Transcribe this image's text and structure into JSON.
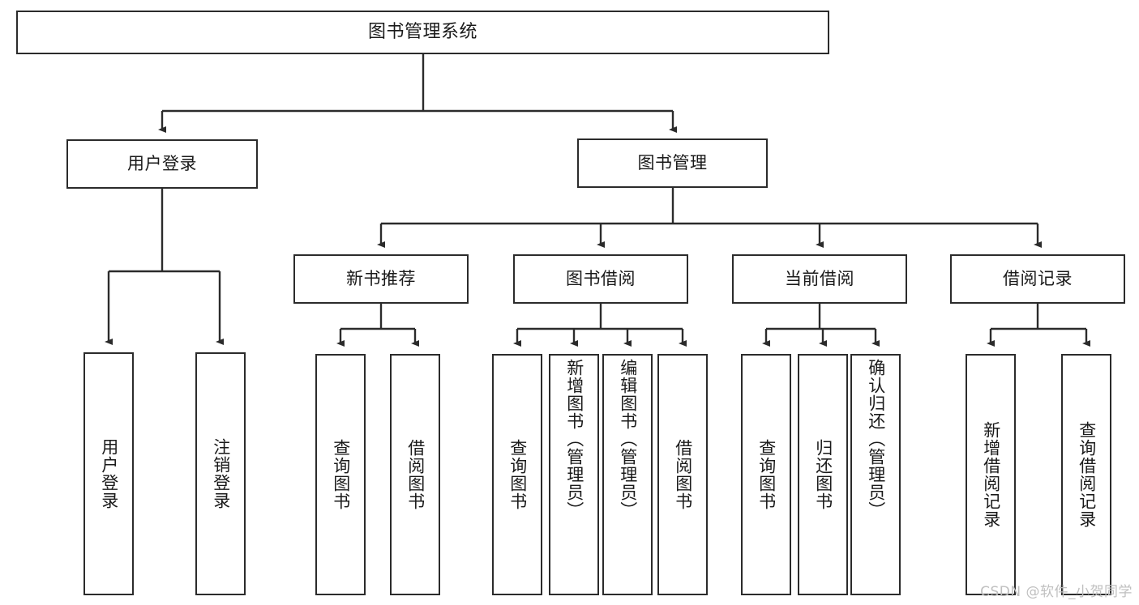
{
  "diagram": {
    "title": "图书管理系统",
    "type": "tree",
    "watermark": "CSDN @软件_小贺同学",
    "colors": {
      "background": "#ffffff",
      "node_border": "#2b2b2b",
      "node_fill": "#ffffff",
      "edge": "#2b2b2b",
      "text": "#1a1a1a",
      "watermark": "#bfbfbf"
    },
    "nodes": {
      "root": {
        "label": "图书管理系统"
      },
      "level2": [
        {
          "label": "用户登录"
        },
        {
          "label": "图书管理"
        }
      ],
      "level3": [
        {
          "label": "新书推荐"
        },
        {
          "label": "图书借阅"
        },
        {
          "label": "当前借阅"
        },
        {
          "label": "借阅记录"
        }
      ],
      "leaves": {
        "user_login": [
          {
            "label": "用户登录"
          },
          {
            "label": "注销登录"
          }
        ],
        "new_book": [
          {
            "label": "查询图书"
          },
          {
            "label": "借阅图书"
          }
        ],
        "book_borrow": [
          {
            "label": "查询图书"
          },
          {
            "label": "新增图书（管理员）"
          },
          {
            "label": "编辑图书（管理员）"
          },
          {
            "label": "借阅图书"
          }
        ],
        "current_borrow": [
          {
            "label": "查询图书"
          },
          {
            "label": "归还图书"
          },
          {
            "label": "确认归还（管理员）"
          }
        ],
        "borrow_record": [
          {
            "label": "新增借阅记录"
          },
          {
            "label": "查询借阅记录"
          }
        ]
      }
    }
  }
}
